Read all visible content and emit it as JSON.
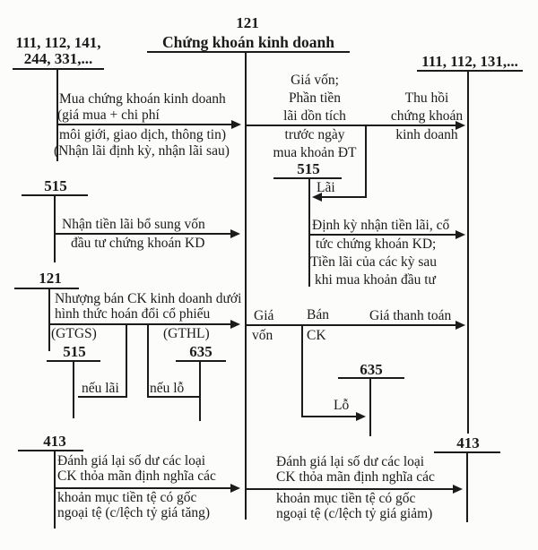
{
  "colors": {
    "ink": "#1b1b1b",
    "paper": "#fcfcfa"
  },
  "accounts": {
    "center": {
      "code": "121",
      "name": "Chứng khoán kinh doanh"
    },
    "top_left": {
      "line1": "111, 112, 141,",
      "line2": "244, 331,..."
    },
    "top_right": {
      "code": "111, 112, 131,..."
    },
    "s515_mid": {
      "code": "515"
    },
    "s515_left": {
      "code": "515"
    },
    "s121_left": {
      "code": "121"
    },
    "s515_lower": {
      "code": "515"
    },
    "s635_left": {
      "code": "635"
    },
    "s635_center": {
      "code": "635"
    },
    "s413_left": {
      "code": "413"
    },
    "s413_right": {
      "code": "413"
    }
  },
  "flows": {
    "buy": {
      "l1": "Mua chứng khoán kinh doanh",
      "l2": "(giá mua + chi phí",
      "l3": "môi giới, giao dịch, thông tin)",
      "l4": "(Nhận lãi định kỳ, nhận lãi sau)"
    },
    "cost_out": {
      "l1": "Giá vốn;",
      "l2": "Phần tiền",
      "l3": "lãi dồn tích",
      "l4": "trước ngày",
      "l5": "mua khoản ĐT"
    },
    "recover": {
      "l1": "Thu hồi",
      "l2": "chứng khoán",
      "l3": "kinh doanh"
    },
    "interest_label": "Lãi",
    "periodic": {
      "l1": "Định kỳ nhận tiền lãi, cổ",
      "l2": "tức chứng khoán KD;",
      "l3": "Tiền lãi của các kỳ sau",
      "l4": "khi mua khoản đầu tư"
    },
    "bonus": {
      "l1": "Nhận tiền lãi bổ sung vốn",
      "l2": "đầu tư chứng khoán KD"
    },
    "swap": {
      "l1": "Nhượng bán CK kinh doanh dưới",
      "l2": "hình thức hoán đổi cổ phiếu",
      "gtgs": "(GTGS)",
      "gthl": "(GTHL)",
      "if_gain": "nếu lãi",
      "if_loss": "nếu lỗ"
    },
    "sell": {
      "gia": "Giá",
      "von": "vốn",
      "ban": "Bán",
      "ck": "CK",
      "settle": "Giá thanh toán",
      "loss_label": "Lỗ"
    },
    "reval_up": {
      "l1": "Đánh giá lại số dư các loại",
      "l2": "CK thỏa mãn định nghĩa các",
      "l3": "khoản mục tiền tệ có gốc",
      "l4": "ngoại tệ (c/lệch tỷ giá tăng)"
    },
    "reval_down": {
      "l1": "Đánh giá lại số dư các loại",
      "l2": "CK thỏa mãn định nghĩa các",
      "l3": "khoản mục tiền tệ có gốc",
      "l4": "ngoại tệ (c/lệch tỷ giá giảm)"
    }
  }
}
